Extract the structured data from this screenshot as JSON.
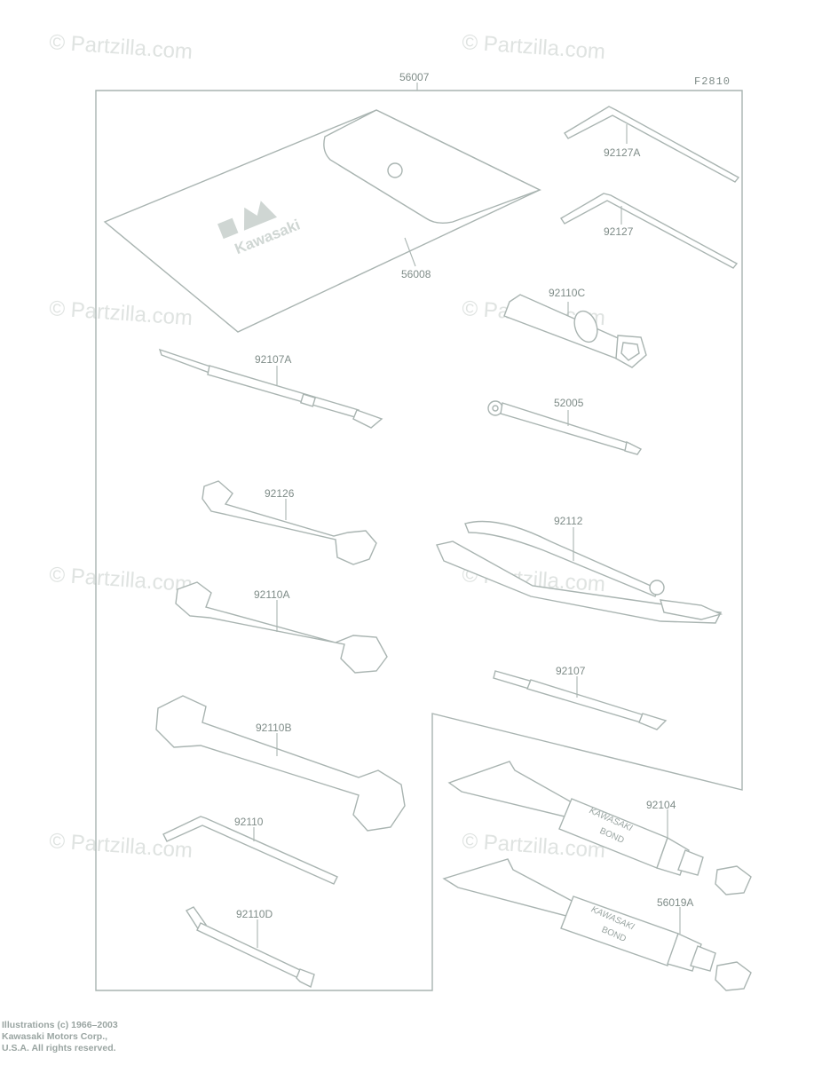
{
  "figure_id": "F2810",
  "watermark": "© Partzilla.com",
  "kit_label": "56007",
  "pouch_label": "56008",
  "pouch_brand": "Kawasaki",
  "tube_text": {
    "brand": "KAWASAKI",
    "product": "BOND"
  },
  "parts": {
    "p92127A": "92127A",
    "p92127": "92127",
    "p92110C": "92110C",
    "p52005": "52005",
    "p92107A": "92107A",
    "p92126": "92126",
    "p92112": "92112",
    "p92110A": "92110A",
    "p92107": "92107",
    "p92110B": "92110B",
    "p92104": "92104",
    "p92110": "92110",
    "p56019A": "56019A",
    "p92110D": "92110D"
  },
  "copyright": {
    "line1": "Illustrations (c) 1966–2003",
    "line2": "Kawasaki Motors Corp.,",
    "line3": "U.S.A.  All rights reserved."
  },
  "colors": {
    "line": "#a9b4b1",
    "label": "#7f8c88",
    "watermark": "#dfe3e1"
  }
}
